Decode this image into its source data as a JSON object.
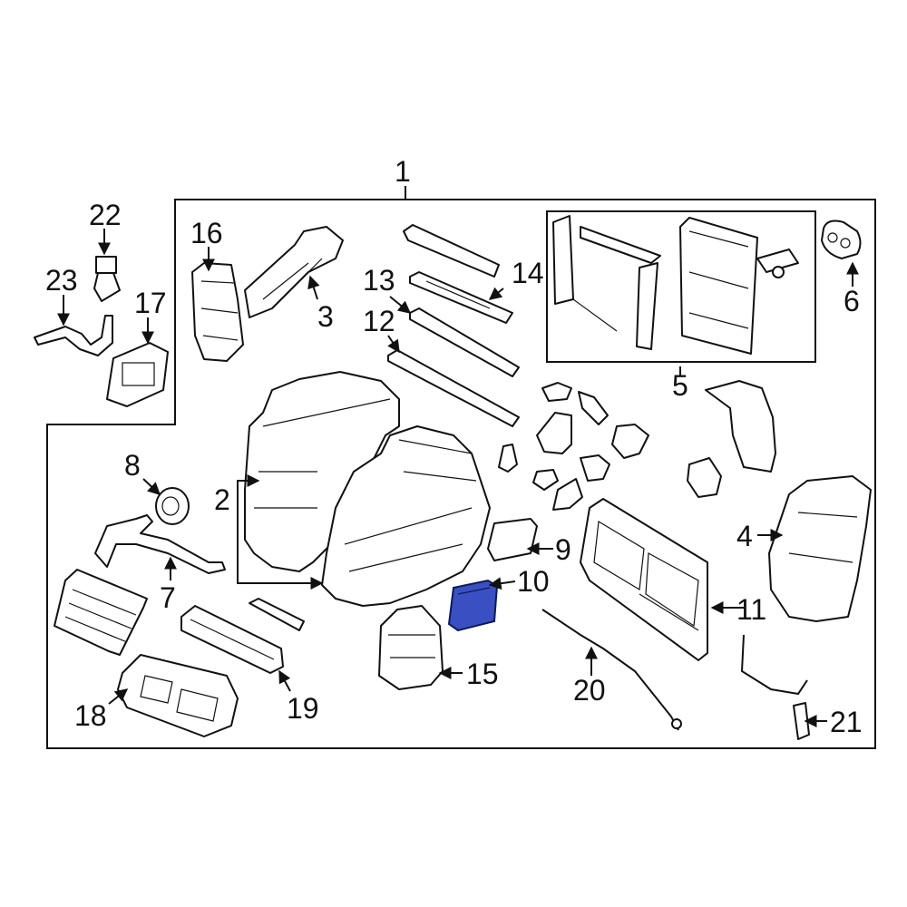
{
  "diagram": {
    "callouts": {
      "c1": "1",
      "c2": "2",
      "c3": "3",
      "c4": "4",
      "c5": "5",
      "c6": "6",
      "c7": "7",
      "c8": "8",
      "c9": "9",
      "c10": "10",
      "c11": "11",
      "c12": "12",
      "c13": "13",
      "c14": "14",
      "c15": "15",
      "c16": "16",
      "c17": "17",
      "c18": "18",
      "c19": "19",
      "c20": "20",
      "c21": "21",
      "c22": "22",
      "c23": "23"
    },
    "highlight_color": "#3a4fc2",
    "highlighted_part": "10"
  }
}
